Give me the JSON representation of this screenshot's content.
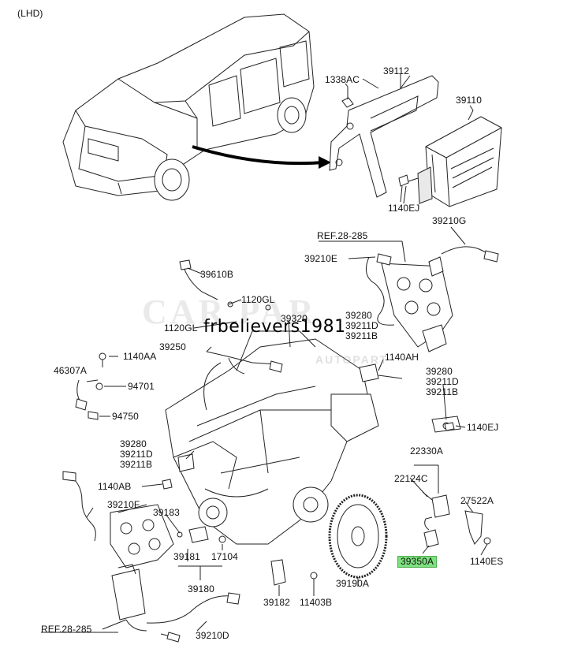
{
  "variant": "(LHD)",
  "watermark": {
    "text": "CAR PAR",
    "subtext": "AUTOPART"
  },
  "overlay_username": "frbelievers1981",
  "highlight_color": "#7ee07e",
  "labels": {
    "p1338AC": "1338AC",
    "p39112": "39112",
    "p39110": "39110",
    "p1140EJ_top": "1140EJ",
    "p39210G": "39210G",
    "ref_top": "REF.28-285",
    "p39210E": "39210E",
    "p39610B": "39610B",
    "p1120GL_a": "1120GL",
    "p1120GL_b": "1120GL",
    "p39320": "39320",
    "p39280_a": "39280",
    "p39211D_a": "39211D",
    "p39211B_a": "39211B",
    "p39250": "39250",
    "p1140AA": "1140AA",
    "p1140AH": "1140AH",
    "p46307A": "46307A",
    "p94701": "94701",
    "p39280_b": "39280",
    "p39211D_b": "39211D",
    "p39211B_b": "39211B",
    "p94750": "94750",
    "p1140EJ_mid": "1140EJ",
    "p39280_c": "39280",
    "p39211D_c": "39211D",
    "p39211B_c": "39211B",
    "p22330A": "22330A",
    "p1140AB": "1140AB",
    "p22124C": "22124C",
    "p39210F": "39210F",
    "p27522A": "27522A",
    "p39183": "39183",
    "p39181": "39181",
    "p17104": "17104",
    "p39350A": "39350A",
    "p1140ES": "1140ES",
    "p39180": "39180",
    "p39190A": "39190A",
    "p39182": "39182",
    "p11403B": "11403B",
    "ref_bottom": "REF.28-285",
    "p39210D": "39210D"
  }
}
